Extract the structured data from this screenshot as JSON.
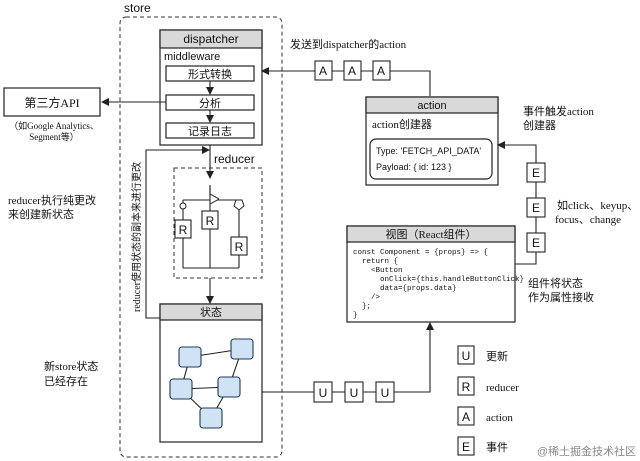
{
  "store": {
    "label": "store"
  },
  "dispatcher": {
    "title": "dispatcher",
    "middleware": "middleware",
    "steps": [
      "形式转换",
      "分析",
      "记录日志"
    ]
  },
  "reducer": {
    "title": "reducer",
    "node": "R"
  },
  "state": {
    "title": "状态"
  },
  "third_party": {
    "title": "第三方API",
    "note_line1": "（如Google Analytics、",
    "note_line2": "Segment等）"
  },
  "left_notes": {
    "pure_line1": "reducer执行纯更改",
    "pure_line2": "来创建新状态",
    "copy_vertical": "reducer使用状态的副本来进行更改",
    "exists_line1": "新store状态",
    "exists_line2": "已经存在"
  },
  "action": {
    "flow_label": "发送到dispatcher的action",
    "title": "action",
    "creator": "action创建器",
    "type_line": "Type: 'FETCH_API_DATA'",
    "payload_line": "Payload: { id: 123 }",
    "chip": "A"
  },
  "events": {
    "trigger_line1": "事件触发action",
    "trigger_line2": "创建器",
    "examples_line1": "如click、keyup、",
    "examples_line2": "focus、change",
    "chip": "E"
  },
  "view": {
    "title": "视图（React组件）",
    "code": [
      "const Component = {props} => {",
      "  return {",
      "    <Button",
      "      onClick={this.handleButtonClick}",
      "      data={props.data}",
      "    />",
      "  };",
      "}"
    ],
    "props_line1": "组件将状态",
    "props_line2": "作为属性接收"
  },
  "update_chip": "U",
  "legend": [
    {
      "chip": "U",
      "label": "更新"
    },
    {
      "chip": "R",
      "label": "reducer"
    },
    {
      "chip": "A",
      "label": "action"
    },
    {
      "chip": "E",
      "label": "事件"
    }
  ],
  "watermark": "@稀土掘金技术社区"
}
